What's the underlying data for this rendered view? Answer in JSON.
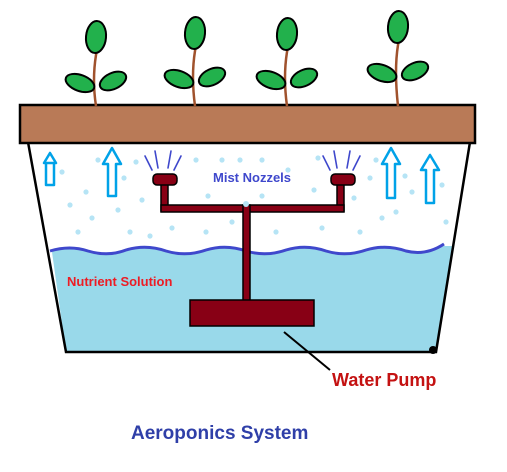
{
  "labels": {
    "mist_nozzles": "Mist Nozzels",
    "nutrient_solution": "Nutrient Solution",
    "water_pump": "Water Pump",
    "title": "Aeroponics System"
  },
  "colors": {
    "soil": "#b97a57",
    "leaf": "#22b14c",
    "water": "#99d9ea",
    "water_line": "#3f48cc",
    "pipe": "#880015",
    "arrow": "#00a2e8",
    "mist_dot": "#b6e4f5",
    "nozzle_label": "#3f48cc",
    "solution_label": "#ed1c24",
    "pump_label": "#c41212",
    "title": "#2f3fa8",
    "outline": "#000000"
  }
}
